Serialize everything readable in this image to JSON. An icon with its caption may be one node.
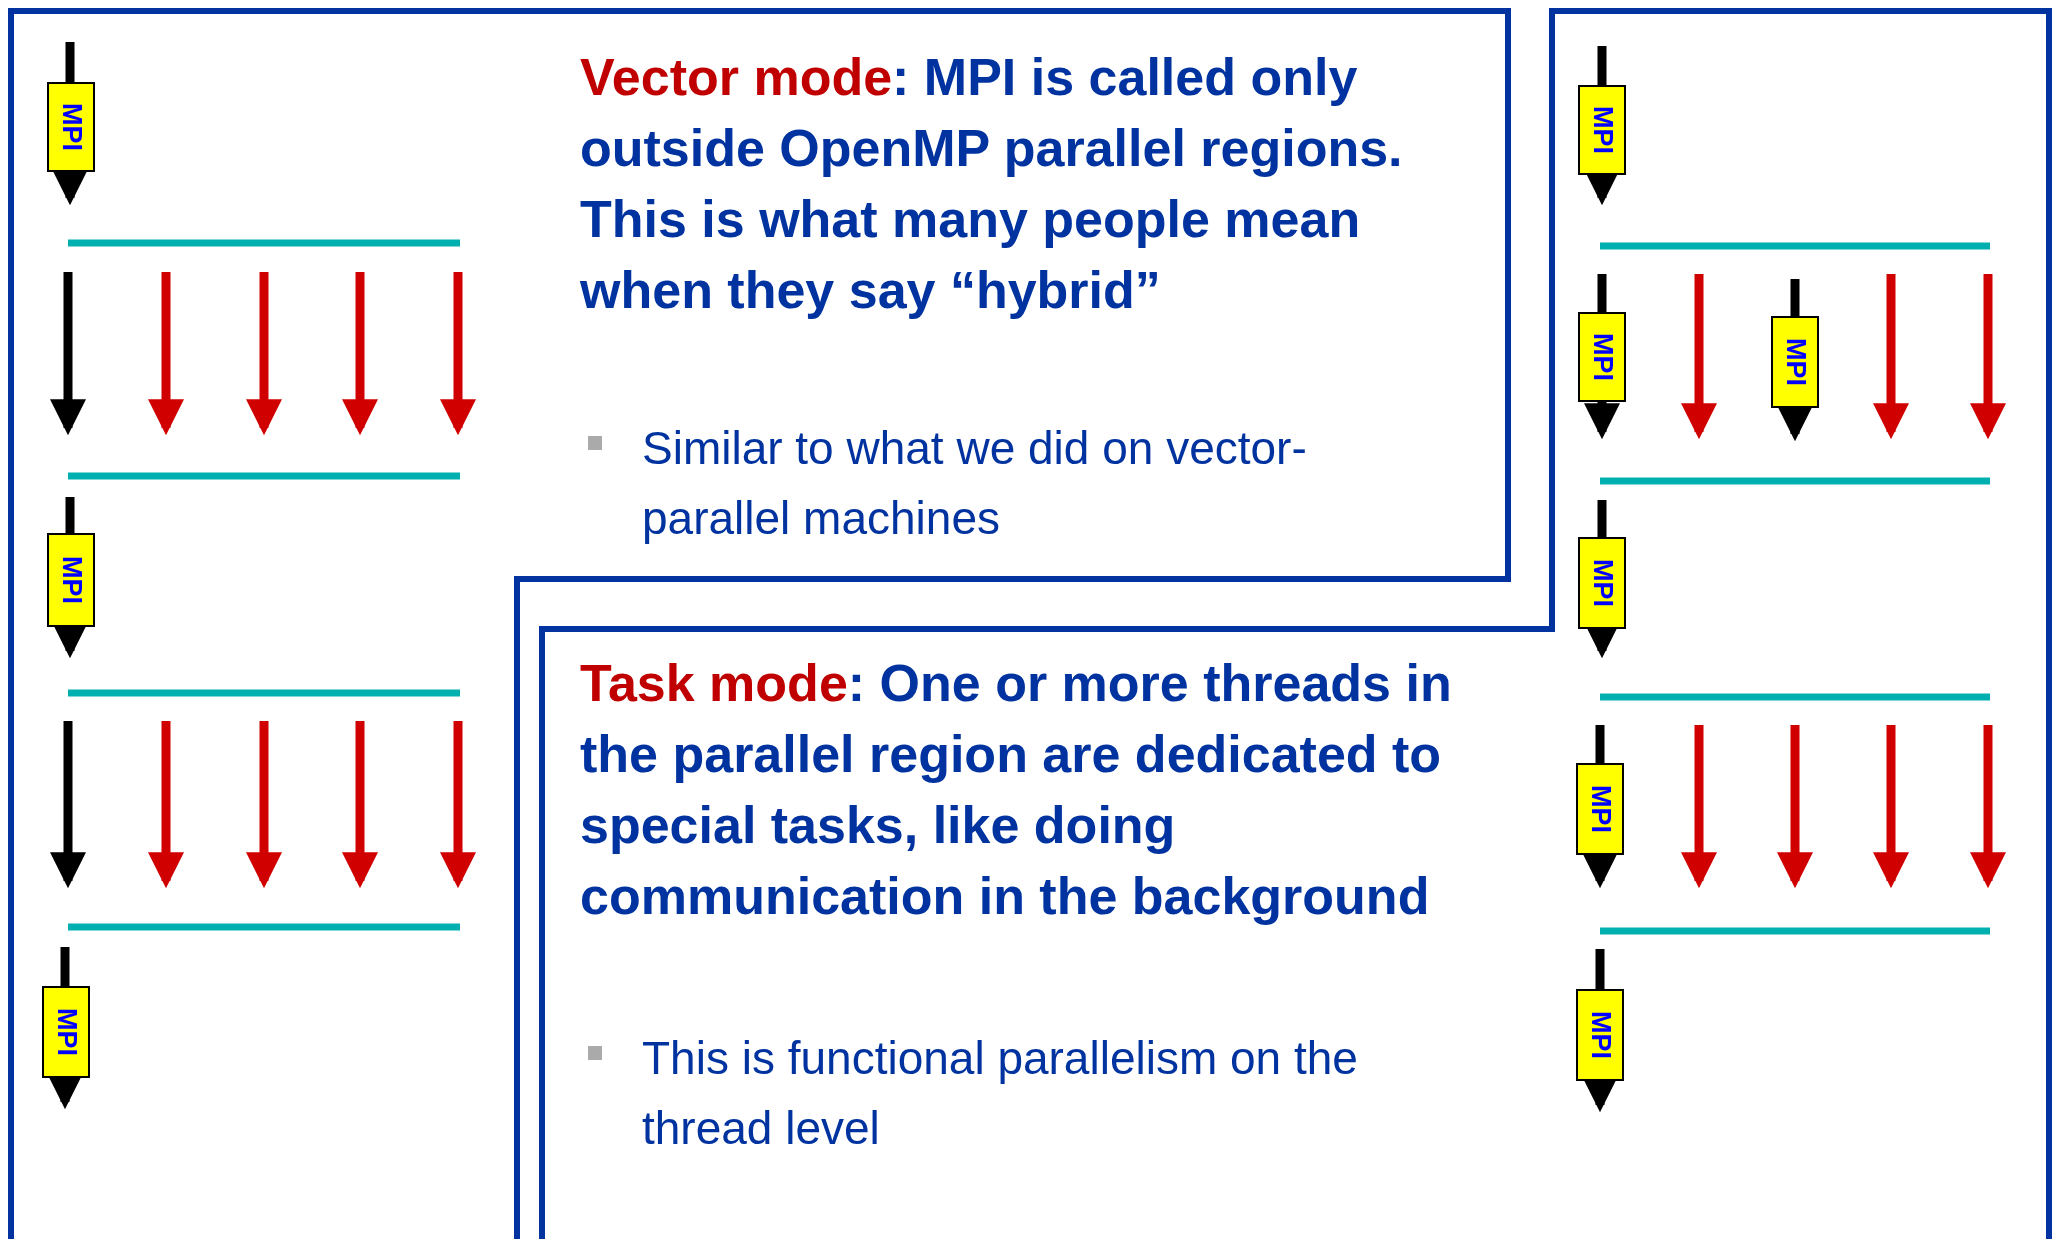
{
  "diagram": {
    "nodes": [
      {
        "text": [
          "Vector mode: MPI is called only outside OpenMP parallel regions. This is what many people mean when they say “hybrid”",
          "Similar to what we did on vector-parallel machines"
        ]
      },
      {
        "text": [
          "MPI"
        ],
        "in": 0
      },
      {
        "text": [
          "MPI"
        ],
        "in": 0
      },
      {
        "text": [
          "MPI"
        ],
        "in": 0
      },
      {
        "text": [
          "Task mode: One or more threads in the parallel region are dedicated to special tasks, like doing communication in the background",
          "This is functional parallelism on the thread level"
        ]
      },
      {
        "text": [
          "MPI"
        ],
        "in": 4
      },
      {
        "text": [
          "MPI"
        ],
        "in": 4
      },
      {
        "text": [
          "MPI"
        ],
        "in": 4
      },
      {
        "text": [
          "MPI"
        ],
        "in": 4
      },
      {
        "text": [
          "MPI"
        ],
        "in": 4
      },
      {
        "text": [
          "MPI"
        ],
        "in": 4
      }
    ],
    "edges": []
  }
}
